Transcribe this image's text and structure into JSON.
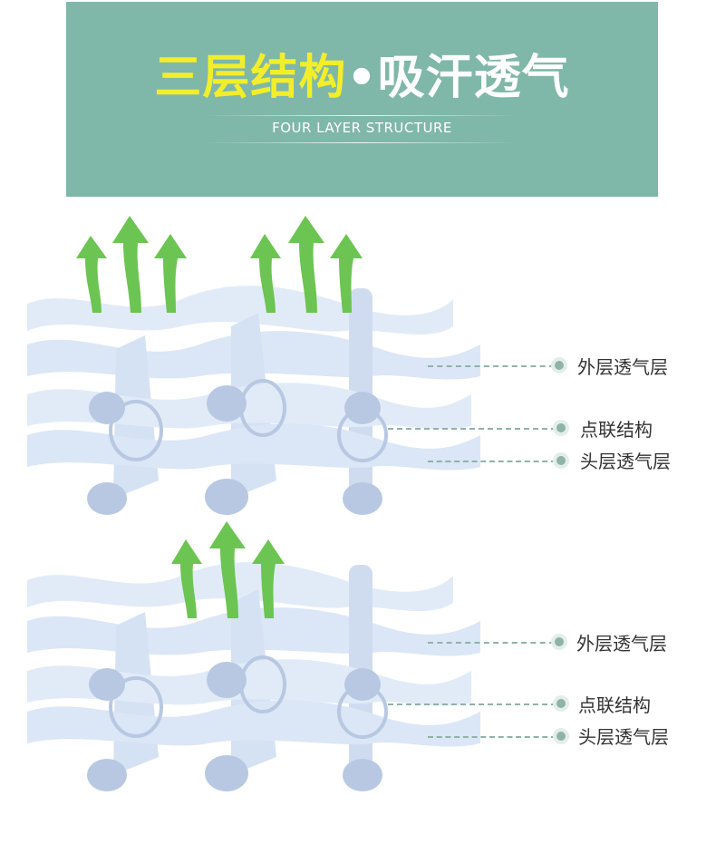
{
  "banner": {
    "title_part1": "三层结构",
    "title_dot": "•",
    "title_part2": "吸汗透气",
    "subtitle": "FOUR LAYER STRUCTURE",
    "colors": {
      "background": "#7fb7a9",
      "highlight": "#f3ee2a"
    }
  },
  "diagrams": [
    {
      "labels": [
        "外层透气层",
        "点联结构",
        "头层透气层"
      ],
      "arrows": 6
    },
    {
      "labels": [
        "外层透气层",
        "点联结构",
        "头层透气层"
      ],
      "arrows": 3
    }
  ],
  "colors": {
    "fiber": "#dde8f6",
    "fiber_end": "#b8c8e2",
    "arrow": "#6cc452",
    "leader": "#8fb3a6"
  }
}
